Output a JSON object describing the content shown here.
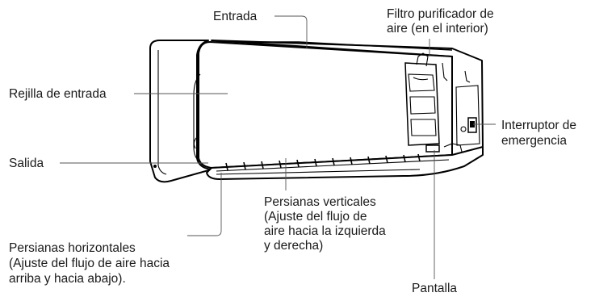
{
  "labels": {
    "entrada": "Entrada",
    "filtro": [
      "Filtro purificador de",
      "aire (en el interior)"
    ],
    "rejilla": "Rejilla de entrada",
    "interruptor": [
      "Interruptor de",
      "emergencia"
    ],
    "salida": "Salida",
    "persianas_verticales": [
      "Persianas verticales",
      "(Ajuste del flujo de",
      "aire hacia la izquierda",
      "y derecha)"
    ],
    "persianas_horizontales": [
      "Persianas horizontales",
      "(Ajuste del flujo de aire hacia",
      "arriba y hacia abajo)."
    ],
    "pantalla": "Pantalla"
  }
}
